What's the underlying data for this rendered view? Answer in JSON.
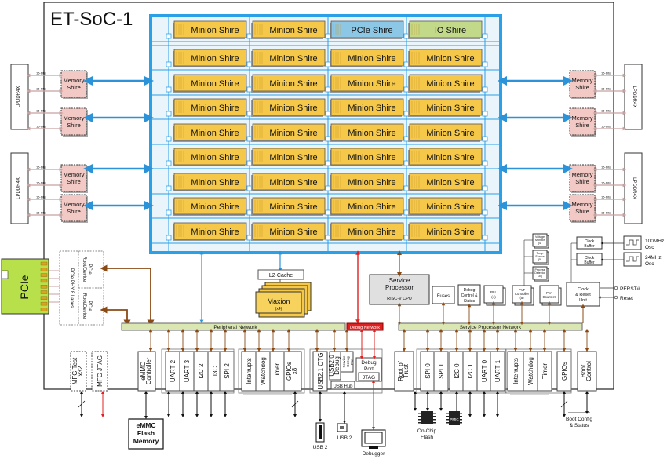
{
  "title": "ET-SoC-1",
  "shires": {
    "minion": "Minion Shire",
    "pcie": "PCIe Shire",
    "io": "IO Shire"
  },
  "memory": {
    "shire": [
      "Memory",
      "Shire"
    ],
    "lpddr": "LPDDR4X",
    "bits": "16-bits"
  },
  "pcie": {
    "label": "PCIe",
    "phy": "PCIe PHY 8 Lanes",
    "rootdevice": [
      "PCIe",
      "Root/Device"
    ]
  },
  "l2cache": "L2-Cache",
  "maxion": {
    "label": "Maxion",
    "sub": "(x4)"
  },
  "service_processor": {
    "label1": "Service",
    "label2": "Processor",
    "sub": "RISC-V CPU"
  },
  "networks": {
    "peripheral": "Peripheral Network",
    "debug": "Debug Network",
    "service": "Service Processor Network"
  },
  "sp_blocks": {
    "fuses": "Fuses",
    "debug_ctrl": [
      "Debug",
      "Control &",
      "Status"
    ],
    "pll": [
      "PLL",
      "(4)"
    ],
    "pvt": [
      "PVT",
      "Controller",
      "(5)"
    ],
    "voltage": [
      "Voltage",
      "Monitor",
      "(4)"
    ],
    "temp": [
      "Temp",
      "Sensor",
      "(5)"
    ],
    "process": [
      "Process",
      "Detector",
      "(35)"
    ],
    "perf": [
      "Perf",
      "Counters"
    ],
    "clock_reset": [
      "Clock",
      "& Reset",
      "Unit"
    ],
    "clock_buffer": [
      "Clock",
      "Buffer"
    ],
    "osc100": [
      "100MHz",
      "Osc"
    ],
    "osc24": [
      "24MHz",
      "Osc"
    ],
    "perst": "PERST#",
    "reset": "Reset"
  },
  "peripherals_left": [
    {
      "id": "mfg-test",
      "label": "MFG Test",
      "sub": "x32",
      "vertical": true
    },
    {
      "id": "mfg-jtag",
      "label": "MFG JTAG",
      "vertical": true
    },
    {
      "id": "emmc-ctrl",
      "label": "eMMC",
      "sub": "Controller",
      "vertical": true
    },
    {
      "id": "uart2",
      "label": "UART 2",
      "vertical": true
    },
    {
      "id": "uart3",
      "label": "UART 3",
      "vertical": true
    },
    {
      "id": "i2c2",
      "label": "I2C 2",
      "vertical": true
    },
    {
      "id": "i3c",
      "label": "I3C",
      "vertical": true
    },
    {
      "id": "spi2",
      "label": "SPI 2",
      "vertical": true
    },
    {
      "id": "interrupts",
      "label": "Interrupts",
      "vertical": true
    },
    {
      "id": "watchdog",
      "label": "Watchdog",
      "vertical": true
    },
    {
      "id": "timer",
      "label": "Timer",
      "vertical": true
    },
    {
      "id": "gpios",
      "label": "GPIOs",
      "sub": "x8",
      "vertical": true
    },
    {
      "id": "usb2otg",
      "label": "USB2.1 OTG",
      "vertical": true
    },
    {
      "id": "usb2debug",
      "label": "USB2.0",
      "sub": "Debug",
      "vertical": true
    }
  ],
  "debug_port": {
    "label1": "Debug",
    "label2": "Port",
    "jtag": "JTAG",
    "service_debug": [
      "Service",
      "Debug",
      "Port"
    ]
  },
  "usb_hub": "USB Hub",
  "peripherals_right": [
    {
      "id": "root-of-trust",
      "label": "Root of",
      "sub": "Trust"
    },
    {
      "id": "spi0",
      "label": "SPI 0"
    },
    {
      "id": "spi1",
      "label": "SPI 1"
    },
    {
      "id": "i2c0",
      "label": "I2C 0"
    },
    {
      "id": "i2c1",
      "label": "I2C 1"
    },
    {
      "id": "uart0",
      "label": "UART 0"
    },
    {
      "id": "uart1",
      "label": "UART 1"
    },
    {
      "id": "interrupts-r",
      "label": "Interrupts"
    },
    {
      "id": "watchdog-r",
      "label": "Watchdog"
    },
    {
      "id": "timer-r",
      "label": "Timer"
    },
    {
      "id": "gpios-r",
      "label": "GPIOs"
    },
    {
      "id": "boot-control",
      "label": "Boot",
      "sub": "Control"
    }
  ],
  "external": {
    "emmc": [
      "eMMC",
      "Flash",
      "Memory"
    ],
    "usb2a": "USB 2",
    "usb2b": "USB 2",
    "debugger": "Debugger",
    "onchip_flash": [
      "On-Chip",
      "Flash"
    ],
    "pmic": "PMIC",
    "boot_config": [
      "Boot Config",
      "& Status"
    ]
  }
}
